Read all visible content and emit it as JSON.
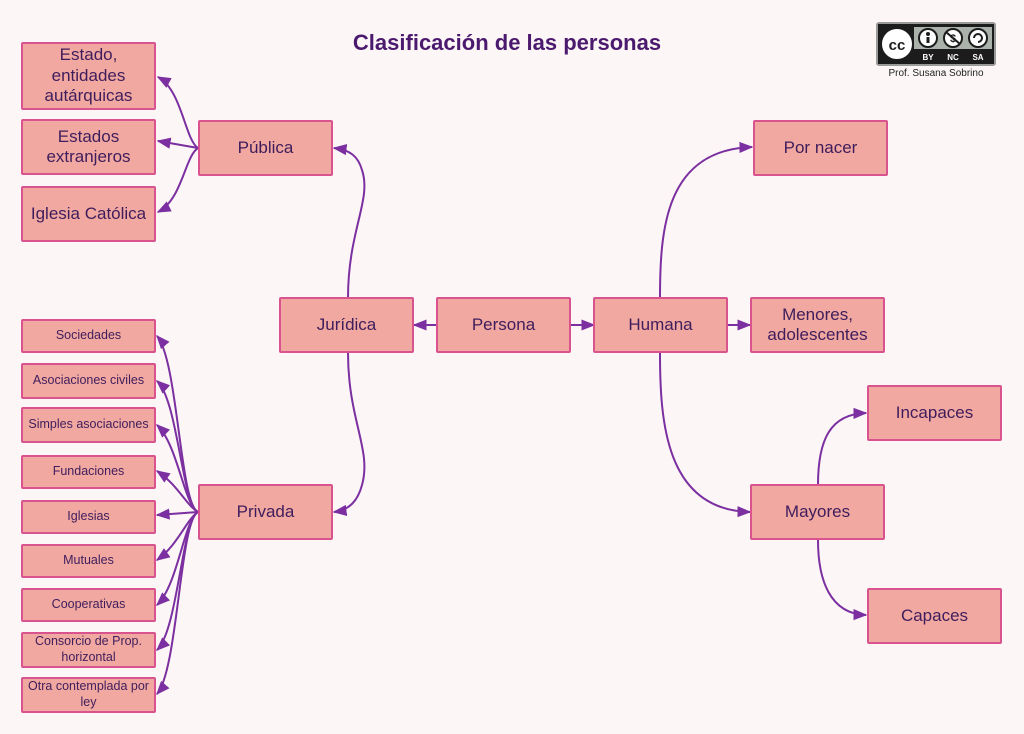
{
  "title": "Clasificación de las personas",
  "license": {
    "badge": "CC BY NC SA",
    "author": "Prof. Susana Sobrino",
    "labels": [
      "cc",
      "BY",
      "NC",
      "SA"
    ]
  },
  "nodes": {
    "persona": "Persona",
    "juridica": "Jurídica",
    "humana": "Humana",
    "publica": "Pública",
    "privada": "Privada",
    "estado": "Estado, entidades autárquicas",
    "estados_extranjeros": "Estados extranjeros",
    "iglesia_catolica": "Iglesia Católica",
    "sociedades": "Sociedades",
    "asociaciones_civiles": "Asociaciones civiles",
    "simples_asociaciones": "Simples asociaciones",
    "fundaciones": "Fundaciones",
    "iglesias": "Iglesias",
    "mutuales": "Mutuales",
    "cooperativas": "Cooperativas",
    "consorcio": "Consorcio de Prop. horizontal",
    "otra": "Otra contemplada por ley",
    "por_nacer": "Por nacer",
    "menores": "Menores, adolescentes",
    "mayores": "Mayores",
    "incapaces": "Incapaces",
    "capaces": "Capaces"
  },
  "colors": {
    "node_fill": "#f0a8a0",
    "node_border": "#d9548e",
    "edge": "#7b2fa0",
    "title": "#4b1a6e",
    "background": "#fcf7f6"
  }
}
